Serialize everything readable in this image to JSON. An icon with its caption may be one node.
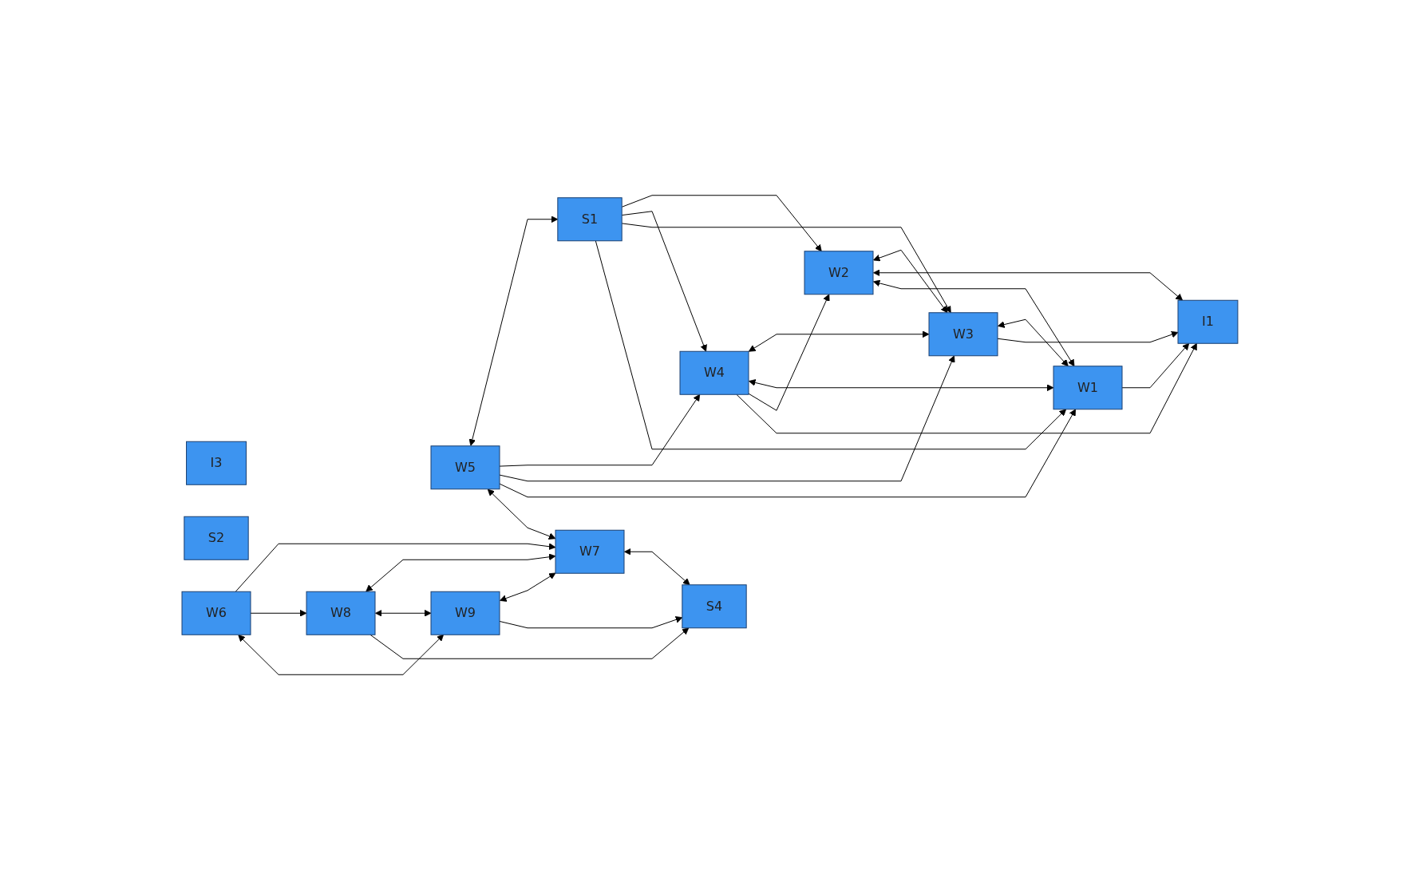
{
  "diagram": {
    "nodes": [
      {
        "text": [
          "I3"
        ]
      },
      {
        "text": [
          "S2"
        ]
      },
      {
        "text": [
          "S1"
        ]
      },
      {
        "text": [
          "W2"
        ]
      },
      {
        "text": [
          "W4"
        ]
      },
      {
        "text": [
          "W3"
        ]
      },
      {
        "text": [
          "I1"
        ]
      },
      {
        "text": [
          "W1"
        ]
      },
      {
        "text": [
          "W5"
        ]
      },
      {
        "text": [
          "W6"
        ]
      },
      {
        "text": [
          "W7"
        ]
      },
      {
        "text": [
          "W8"
        ]
      },
      {
        "text": [
          "W9"
        ]
      },
      {
        "text": [
          "S4"
        ]
      }
    ],
    "edges": [
      {
        "from": 2,
        "to": 3,
        "arrow": "to"
      },
      {
        "from": 2,
        "to": 4,
        "arrow": "to"
      },
      {
        "from": 2,
        "to": 5,
        "arrow": "to"
      },
      {
        "from": 2,
        "to": 7,
        "arrow": "to"
      },
      {
        "from": 8,
        "to": 2,
        "arrow": "both"
      },
      {
        "from": 8,
        "to": 4,
        "arrow": "to"
      },
      {
        "from": 8,
        "to": 5,
        "arrow": "to"
      },
      {
        "from": 8,
        "to": 7,
        "arrow": "to"
      },
      {
        "from": 4,
        "to": 5,
        "arrow": "both"
      },
      {
        "from": 4,
        "to": 7,
        "arrow": "both"
      },
      {
        "from": 5,
        "to": 7,
        "arrow": "both"
      },
      {
        "from": 3,
        "to": 5,
        "arrow": "both"
      },
      {
        "from": 4,
        "to": 3,
        "arrow": "to"
      },
      {
        "from": 4,
        "to": 6,
        "arrow": "to"
      },
      {
        "from": 5,
        "to": 6,
        "arrow": "to"
      },
      {
        "from": 7,
        "to": 6,
        "arrow": "to"
      },
      {
        "from": 3,
        "to": 6,
        "arrow": "both"
      },
      {
        "from": 3,
        "to": 7,
        "arrow": "both"
      },
      {
        "from": 8,
        "to": 10,
        "arrow": "both"
      },
      {
        "from": 9,
        "to": 10,
        "arrow": "to"
      },
      {
        "from": 11,
        "to": 10,
        "arrow": "both"
      },
      {
        "from": 12,
        "to": 10,
        "arrow": "both"
      },
      {
        "from": 10,
        "to": 13,
        "arrow": "both"
      },
      {
        "from": 9,
        "to": 11,
        "arrow": "to"
      },
      {
        "from": 9,
        "to": 12,
        "arrow": "both"
      },
      {
        "from": 11,
        "to": 12,
        "arrow": "both"
      },
      {
        "from": 11,
        "to": 13,
        "arrow": "to"
      },
      {
        "from": 12,
        "to": 13,
        "arrow": "to"
      }
    ]
  }
}
